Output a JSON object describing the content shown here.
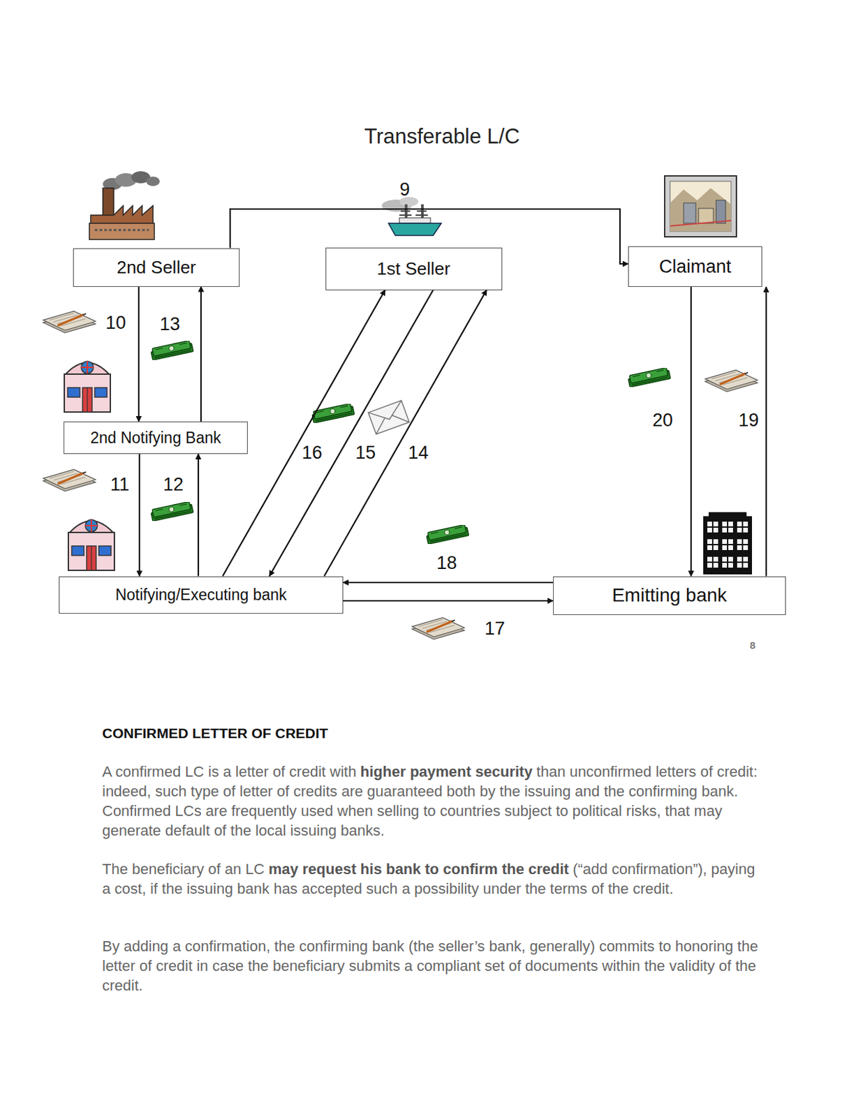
{
  "diagram": {
    "title": "Transferable L/C",
    "nodes": [
      {
        "text": [
          "2nd Seller"
        ]
      },
      {
        "text": [
          "1st Seller"
        ]
      },
      {
        "text": [
          "Claimant"
        ]
      },
      {
        "text": [
          "2nd Notifying Bank"
        ]
      },
      {
        "text": [
          "Notifying/Executing bank"
        ]
      },
      {
        "text": [
          "Emitting bank"
        ]
      }
    ],
    "edges": [
      {
        "from": 0,
        "to": 2,
        "label": "9",
        "arrow": "to"
      },
      {
        "from": 0,
        "to": 3,
        "label": "10",
        "arrow": "to"
      },
      {
        "from": 3,
        "to": 0,
        "label": "13",
        "arrow": "to"
      },
      {
        "from": 3,
        "to": 4,
        "label": "11",
        "arrow": "to"
      },
      {
        "from": 4,
        "to": 3,
        "label": "12",
        "arrow": "to"
      },
      {
        "from": 4,
        "to": 1,
        "label": "16",
        "arrow": "to"
      },
      {
        "from": 1,
        "to": 4,
        "label": "15",
        "arrow": "to"
      },
      {
        "from": 4,
        "to": 1,
        "label": "14",
        "arrow": "to"
      },
      {
        "from": 5,
        "to": 4,
        "label": "18",
        "arrow": "to"
      },
      {
        "from": 4,
        "to": 5,
        "label": "17",
        "arrow": "to"
      },
      {
        "from": 2,
        "to": 5,
        "label": "20",
        "arrow": "to"
      },
      {
        "from": 5,
        "to": 2,
        "label": "19",
        "arrow": "to"
      }
    ],
    "labels": [
      "8",
      "CONFIRMED LETTER OF CREDIT",
      "A confirmed LC is a letter of credit with",
      "higher payment security",
      "than unconfirmed letters of credit: indeed, such type of letter of credits are guaranteed both by the issuing and the confirming bank. Confirmed LCs are frequently used when selling to countries subject to political risks, that may generate default of the local issuing banks.",
      "The beneficiary of an LC",
      "may request his bank to confirm the credit",
      "(“add confirmation”), paying a cost, if the issuing bank has accepted such a possibility under the terms of the credit.",
      "By adding a confirmation, the confirming bank (the seller’s bank, generally) commits to honoring the letter of credit in case the beneficiary submits a compliant set of documents within the validity of the credit."
    ]
  }
}
